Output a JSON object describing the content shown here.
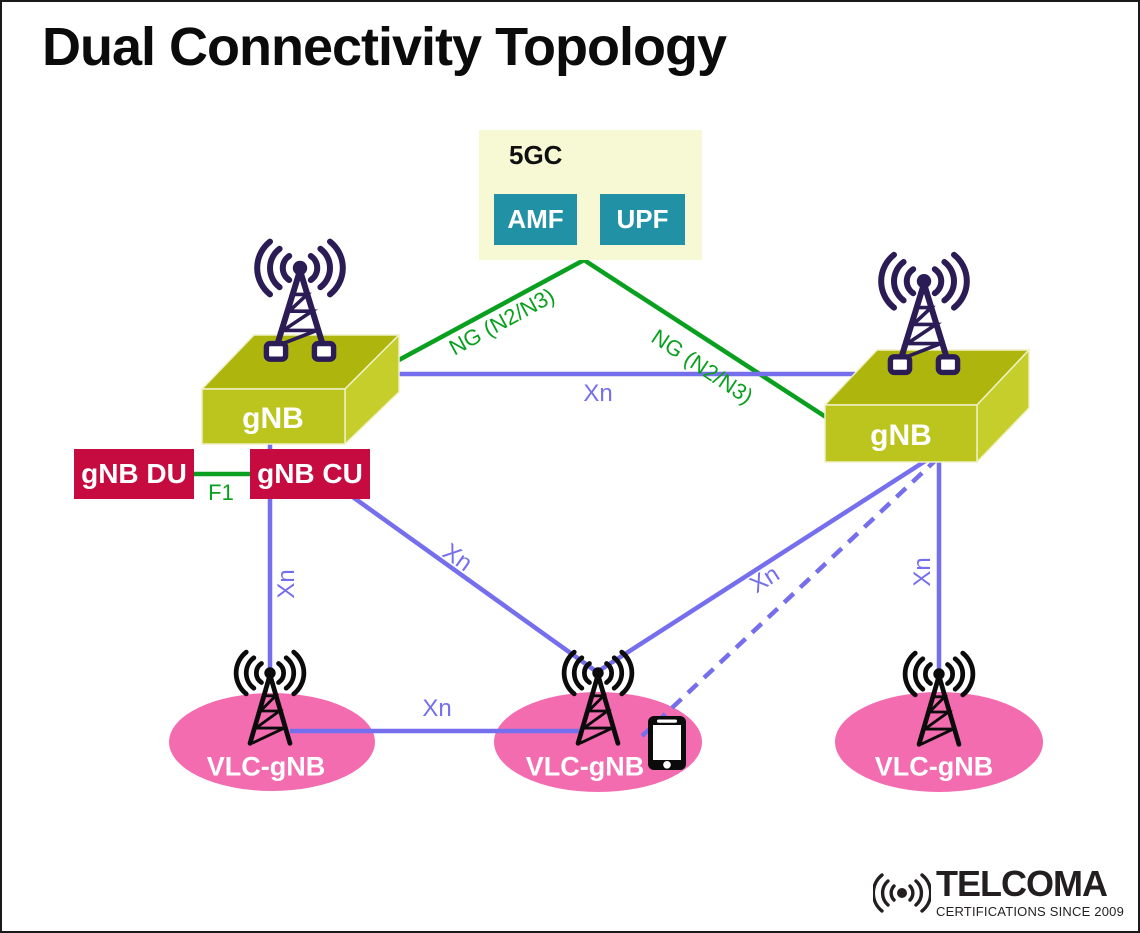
{
  "title": "Dual Connectivity Topology",
  "colors": {
    "green": "#0aa01f",
    "blue": "#756fee",
    "pink": "#f46cb0",
    "crimson": "#c60b41",
    "teal": "#2192a5",
    "core_bg": "#f6f9d4",
    "olive_front": "#bcc51d",
    "olive_top": "#aeb60e",
    "olive_side": "#c5ce2b",
    "tower_navy": "#2b1c55"
  },
  "core": {
    "label": "5GC",
    "functions": [
      {
        "label": "AMF"
      },
      {
        "label": "UPF"
      }
    ]
  },
  "nodes": {
    "gnb_left": {
      "label": "gNB"
    },
    "gnb_right": {
      "label": "gNB"
    },
    "gnb_du": {
      "label": "gNB DU"
    },
    "gnb_cu": {
      "label": "gNB CU"
    },
    "vlc_left": {
      "label": "VLC-gNB"
    },
    "vlc_mid": {
      "label": "VLC-gNB"
    },
    "vlc_right": {
      "label": "VLC-gNB"
    }
  },
  "links": {
    "f1": {
      "label": "F1"
    },
    "ng_left": {
      "label": "NG (N2/N3)"
    },
    "ng_right": {
      "label": "NG (N2/N3)"
    },
    "xn_gnb_gnb": {
      "label": "Xn"
    },
    "xn_cu_vlcleft": {
      "label": "Xn"
    },
    "xn_cu_vlcmid": {
      "label": "Xn"
    },
    "xn_gnbright_vlcmid": {
      "label": "Xn"
    },
    "xn_gnbright_vlcright": {
      "label": "Xn"
    },
    "xn_vlc_vlc": {
      "label": "Xn"
    }
  },
  "logo": {
    "name": "TELCOMA",
    "tagline": "CERTIFICATIONS SINCE 2009"
  }
}
